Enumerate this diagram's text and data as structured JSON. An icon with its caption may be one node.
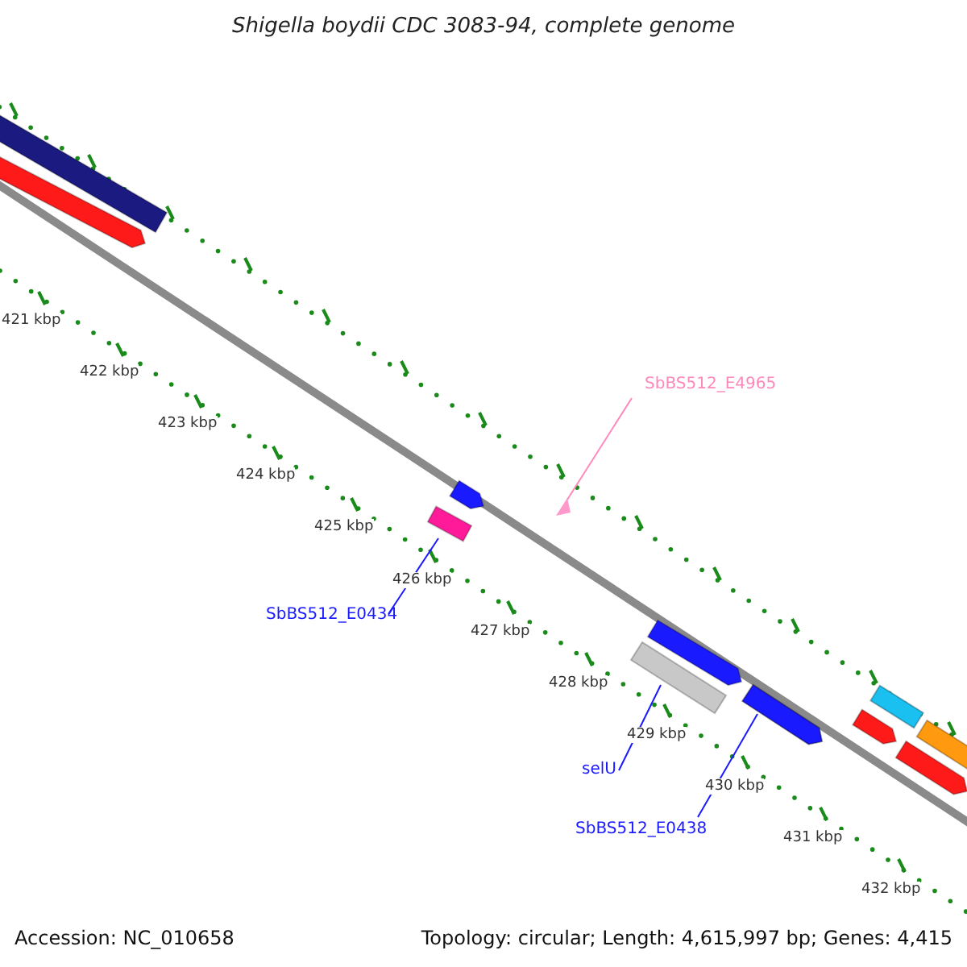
{
  "diagram": {
    "title": "Shigella boydii CDC 3083-94, complete genome",
    "nodes": [
      {
        "text": [
          "SbBS512_E4965"
        ]
      },
      {
        "text": [],
        "shape": "triangle"
      },
      {
        "text": [
          "SbBS512_E0434"
        ]
      },
      {
        "text": [],
        "shape": "bar"
      },
      {
        "text": [
          "selU"
        ]
      },
      {
        "text": [],
        "shape": "bar"
      },
      {
        "text": [
          "SbBS512_E0438"
        ]
      },
      {
        "text": [],
        "shape": "bar"
      }
    ],
    "edges": [
      {
        "from": 0,
        "to": 1,
        "arrow": "none",
        "color": "#ff88bb"
      },
      {
        "from": 2,
        "to": 3,
        "arrow": "none"
      },
      {
        "from": 4,
        "to": 5,
        "arrow": "none"
      },
      {
        "from": 6,
        "to": 7,
        "arrow": "none"
      }
    ],
    "labels": [
      "421 kbp",
      "422 kbp",
      "423 kbp",
      "424 kbp",
      "425 kbp",
      "426 kbp",
      "427 kbp",
      "428 kbp",
      "429 kbp",
      "430 kbp",
      "431 kbp",
      "432 kbp",
      "Accession: NC_010658",
      "Topology: circular; Length: 4,615,997 bp; Genes: 4,415"
    ]
  }
}
